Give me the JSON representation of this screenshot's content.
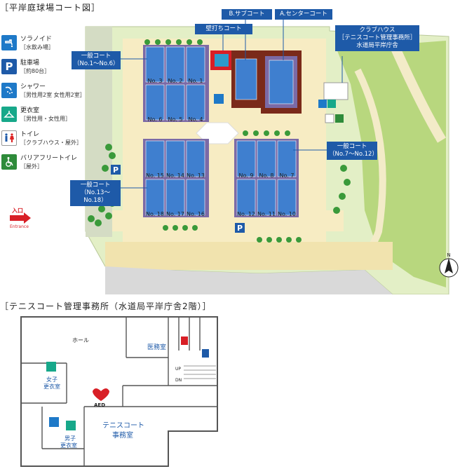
{
  "titles": {
    "park_map": "［平岸庭球場コート図］",
    "office_map": "［テニスコート管理事務所（水道局平岸庁舎2階）］"
  },
  "legend": [
    {
      "icon": "faucet-icon",
      "color": "#1e79c8",
      "label": "ソラノイド",
      "sub": "［水飲み場］"
    },
    {
      "icon": "parking-icon",
      "color": "#1e5aa8",
      "label": "駐車場",
      "sub": "［約80台］"
    },
    {
      "icon": "shower-icon",
      "color": "#1e79c8",
      "label": "シャワー",
      "sub": "［男性用2室 女性用2室］"
    },
    {
      "icon": "hanger-icon",
      "color": "#17a88a",
      "label": "更衣室",
      "sub": "［男性用・女性用］"
    },
    {
      "icon": "toilet-icon",
      "color": "#fff",
      "label": "トイレ",
      "sub": "［クラブハウス・屋外］"
    },
    {
      "icon": "wheelchair-icon",
      "color": "#2e8b3a",
      "label": "バリアフリートイレ",
      "sub": "［屋外］"
    }
  ],
  "callouts": {
    "wall_court": "壁打ちコート",
    "sub_court": "B.サブコート",
    "center_court": "A.センターコート",
    "clubhouse_l1": "クラブハウス",
    "clubhouse_l2": "［テニスコート管理事務所］",
    "clubhouse_l3": "水道局平岸庁舎",
    "general_1_6": "一般コート",
    "general_1_6_range": "（No.1〜No.6）",
    "general_7_12": "一般コート",
    "general_7_12_range": "（No.7〜No.12）",
    "general_13_18": "一般コート",
    "general_13_18_range": "（No.13〜No.18）"
  },
  "courts": {
    "block_a_top": [
      "No. 3",
      "No. 2",
      "No. 1"
    ],
    "block_a_bottom": [
      "No. 6",
      "No. 5",
      "No. 4"
    ],
    "block_b_top": [
      "No. 15",
      "No. 14",
      "No. 13"
    ],
    "block_b_bottom": [
      "No. 18",
      "No. 17",
      "No. 16"
    ],
    "block_c_top": [
      "No. 9",
      "No. 8",
      "No. 7"
    ],
    "block_c_bottom": [
      "No. 12",
      "No. 11",
      "No. 10"
    ]
  },
  "entrance": {
    "ja": "入口",
    "en": "Entrance"
  },
  "north": "N",
  "parking_letter": "P",
  "office": {
    "hall": "ホール",
    "medical": "医務室",
    "women_locker_l1": "女子",
    "women_locker_l2": "更衣室",
    "men_locker_l1": "男子",
    "men_locker_l2": "更衣室",
    "aed": "AED",
    "office_l1": "テニスコート",
    "office_l2": "事務室",
    "up": "UP",
    "dn": "DN"
  }
}
